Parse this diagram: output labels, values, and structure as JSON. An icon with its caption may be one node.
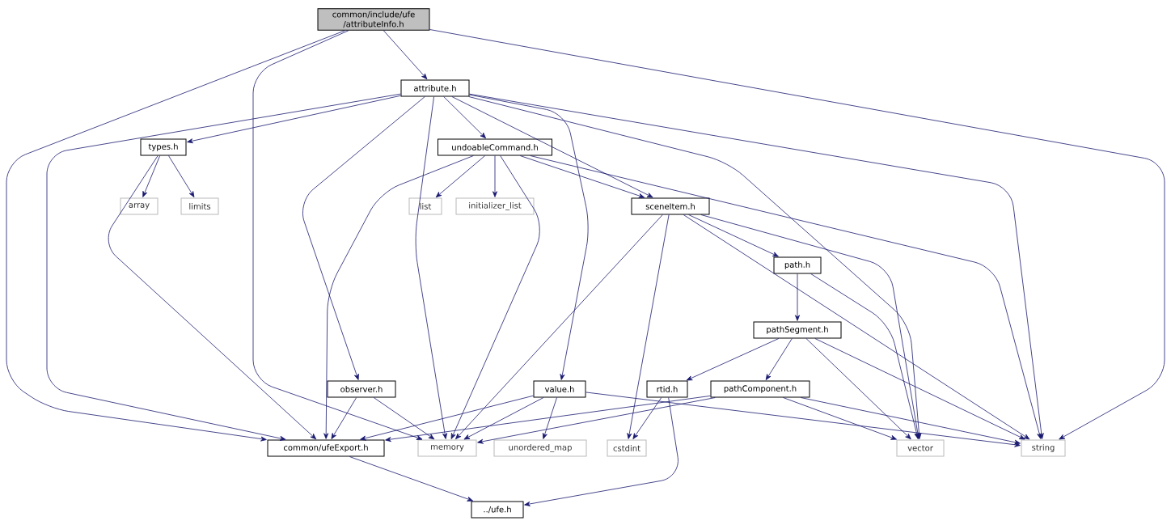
{
  "diagram": {
    "nodes": [
      {
        "text": [
          "common/include/ufe /attributeInfo.h"
        ]
      },
      {
        "text": [
          "attribute.h"
        ]
      },
      {
        "text": [
          "types.h"
        ]
      },
      {
        "text": [
          "undoableCommand.h"
        ]
      },
      {
        "text": [
          "array"
        ]
      },
      {
        "text": [
          "limits"
        ]
      },
      {
        "text": [
          "list"
        ]
      },
      {
        "text": [
          "initializer_list"
        ]
      },
      {
        "text": [
          "sceneItem.h"
        ]
      },
      {
        "text": [
          "path.h"
        ]
      },
      {
        "text": [
          "pathSegment.h"
        ]
      },
      {
        "text": [
          "observer.h"
        ]
      },
      {
        "text": [
          "value.h"
        ]
      },
      {
        "text": [
          "rtid.h"
        ]
      },
      {
        "text": [
          "pathComponent.h"
        ]
      },
      {
        "text": [
          "common/ufeExport.h"
        ]
      },
      {
        "text": [
          "memory"
        ]
      },
      {
        "text": [
          "unordered_map"
        ]
      },
      {
        "text": [
          "cstdint"
        ]
      },
      {
        "text": [
          "vector"
        ]
      },
      {
        "text": [
          "string"
        ]
      },
      {
        "text": [
          "../ufe.h"
        ]
      }
    ],
    "edges": [
      {
        "from": 0,
        "to": 1,
        "arrow": "to"
      },
      {
        "from": 0,
        "to": 15,
        "arrow": "to"
      },
      {
        "from": 0,
        "to": 16,
        "arrow": "to"
      },
      {
        "from": 0,
        "to": 20,
        "arrow": "to"
      },
      {
        "from": 1,
        "to": 2,
        "arrow": "to"
      },
      {
        "from": 1,
        "to": 3,
        "arrow": "to"
      },
      {
        "from": 1,
        "to": 8,
        "arrow": "to"
      },
      {
        "from": 1,
        "to": 11,
        "arrow": "to"
      },
      {
        "from": 1,
        "to": 12,
        "arrow": "to"
      },
      {
        "from": 1,
        "to": 15,
        "arrow": "to"
      },
      {
        "from": 1,
        "to": 16,
        "arrow": "to"
      },
      {
        "from": 1,
        "to": 19,
        "arrow": "to"
      },
      {
        "from": 1,
        "to": 20,
        "arrow": "to"
      },
      {
        "from": 2,
        "to": 4,
        "arrow": "to"
      },
      {
        "from": 2,
        "to": 5,
        "arrow": "to"
      },
      {
        "from": 2,
        "to": 15,
        "arrow": "to"
      },
      {
        "from": 3,
        "to": 6,
        "arrow": "to"
      },
      {
        "from": 3,
        "to": 7,
        "arrow": "to"
      },
      {
        "from": 3,
        "to": 8,
        "arrow": "to"
      },
      {
        "from": 3,
        "to": 15,
        "arrow": "to"
      },
      {
        "from": 3,
        "to": 16,
        "arrow": "to"
      },
      {
        "from": 3,
        "to": 20,
        "arrow": "to"
      },
      {
        "from": 8,
        "to": 9,
        "arrow": "to"
      },
      {
        "from": 8,
        "to": 16,
        "arrow": "to"
      },
      {
        "from": 8,
        "to": 18,
        "arrow": "to"
      },
      {
        "from": 8,
        "to": 19,
        "arrow": "to"
      },
      {
        "from": 8,
        "to": 20,
        "arrow": "to"
      },
      {
        "from": 9,
        "to": 10,
        "arrow": "to"
      },
      {
        "from": 9,
        "to": 19,
        "arrow": "to"
      },
      {
        "from": 10,
        "to": 13,
        "arrow": "to"
      },
      {
        "from": 10,
        "to": 14,
        "arrow": "to"
      },
      {
        "from": 10,
        "to": 19,
        "arrow": "to"
      },
      {
        "from": 10,
        "to": 20,
        "arrow": "to"
      },
      {
        "from": 11,
        "to": 15,
        "arrow": "to"
      },
      {
        "from": 11,
        "to": 16,
        "arrow": "to"
      },
      {
        "from": 12,
        "to": 15,
        "arrow": "to"
      },
      {
        "from": 12,
        "to": 16,
        "arrow": "to"
      },
      {
        "from": 12,
        "to": 17,
        "arrow": "to"
      },
      {
        "from": 12,
        "to": 20,
        "arrow": "to"
      },
      {
        "from": 13,
        "to": 18,
        "arrow": "to"
      },
      {
        "from": 13,
        "to": 21,
        "arrow": "to"
      },
      {
        "from": 14,
        "to": 15,
        "arrow": "to"
      },
      {
        "from": 14,
        "to": 16,
        "arrow": "to"
      },
      {
        "from": 14,
        "to": 19,
        "arrow": "to"
      },
      {
        "from": 14,
        "to": 20,
        "arrow": "to"
      },
      {
        "from": 15,
        "to": 21,
        "arrow": "to"
      }
    ]
  }
}
